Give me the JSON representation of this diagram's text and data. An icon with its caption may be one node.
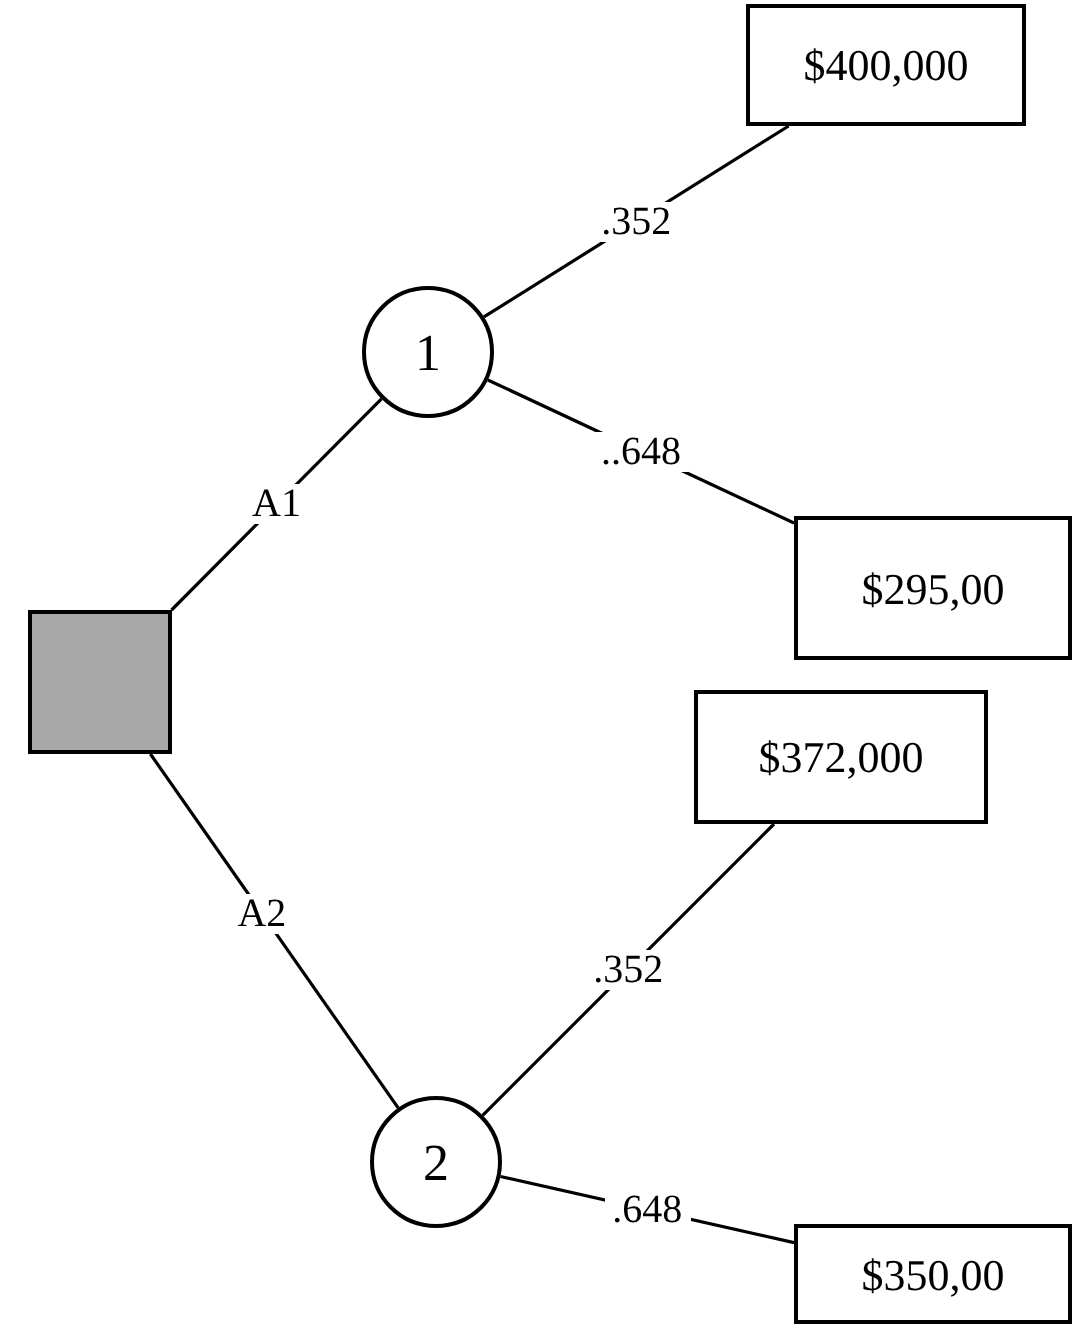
{
  "diagram": {
    "nodes": [
      {
        "text": [],
        "shape": "box"
      },
      {
        "text": [
          "1"
        ]
      },
      {
        "text": [
          "$400,000"
        ]
      },
      {
        "text": [
          "$295,00"
        ]
      },
      {
        "text": [
          "2"
        ]
      },
      {
        "text": [
          "$372,000"
        ]
      },
      {
        "text": [
          "$350,00"
        ]
      }
    ],
    "edges": [
      {
        "from": 0,
        "to": 1,
        "arrow": "none",
        "label": "A1"
      },
      {
        "from": 0,
        "to": 4,
        "arrow": "none",
        "label": "A2"
      },
      {
        "from": 1,
        "to": 2,
        "arrow": "none",
        "label": ".352"
      },
      {
        "from": 1,
        "to": 3,
        "arrow": "none",
        "label": "..648"
      },
      {
        "from": 4,
        "to": 5,
        "arrow": "none",
        "label": ".352"
      },
      {
        "from": 4,
        "to": 6,
        "arrow": "none",
        "label": ".648"
      }
    ]
  }
}
